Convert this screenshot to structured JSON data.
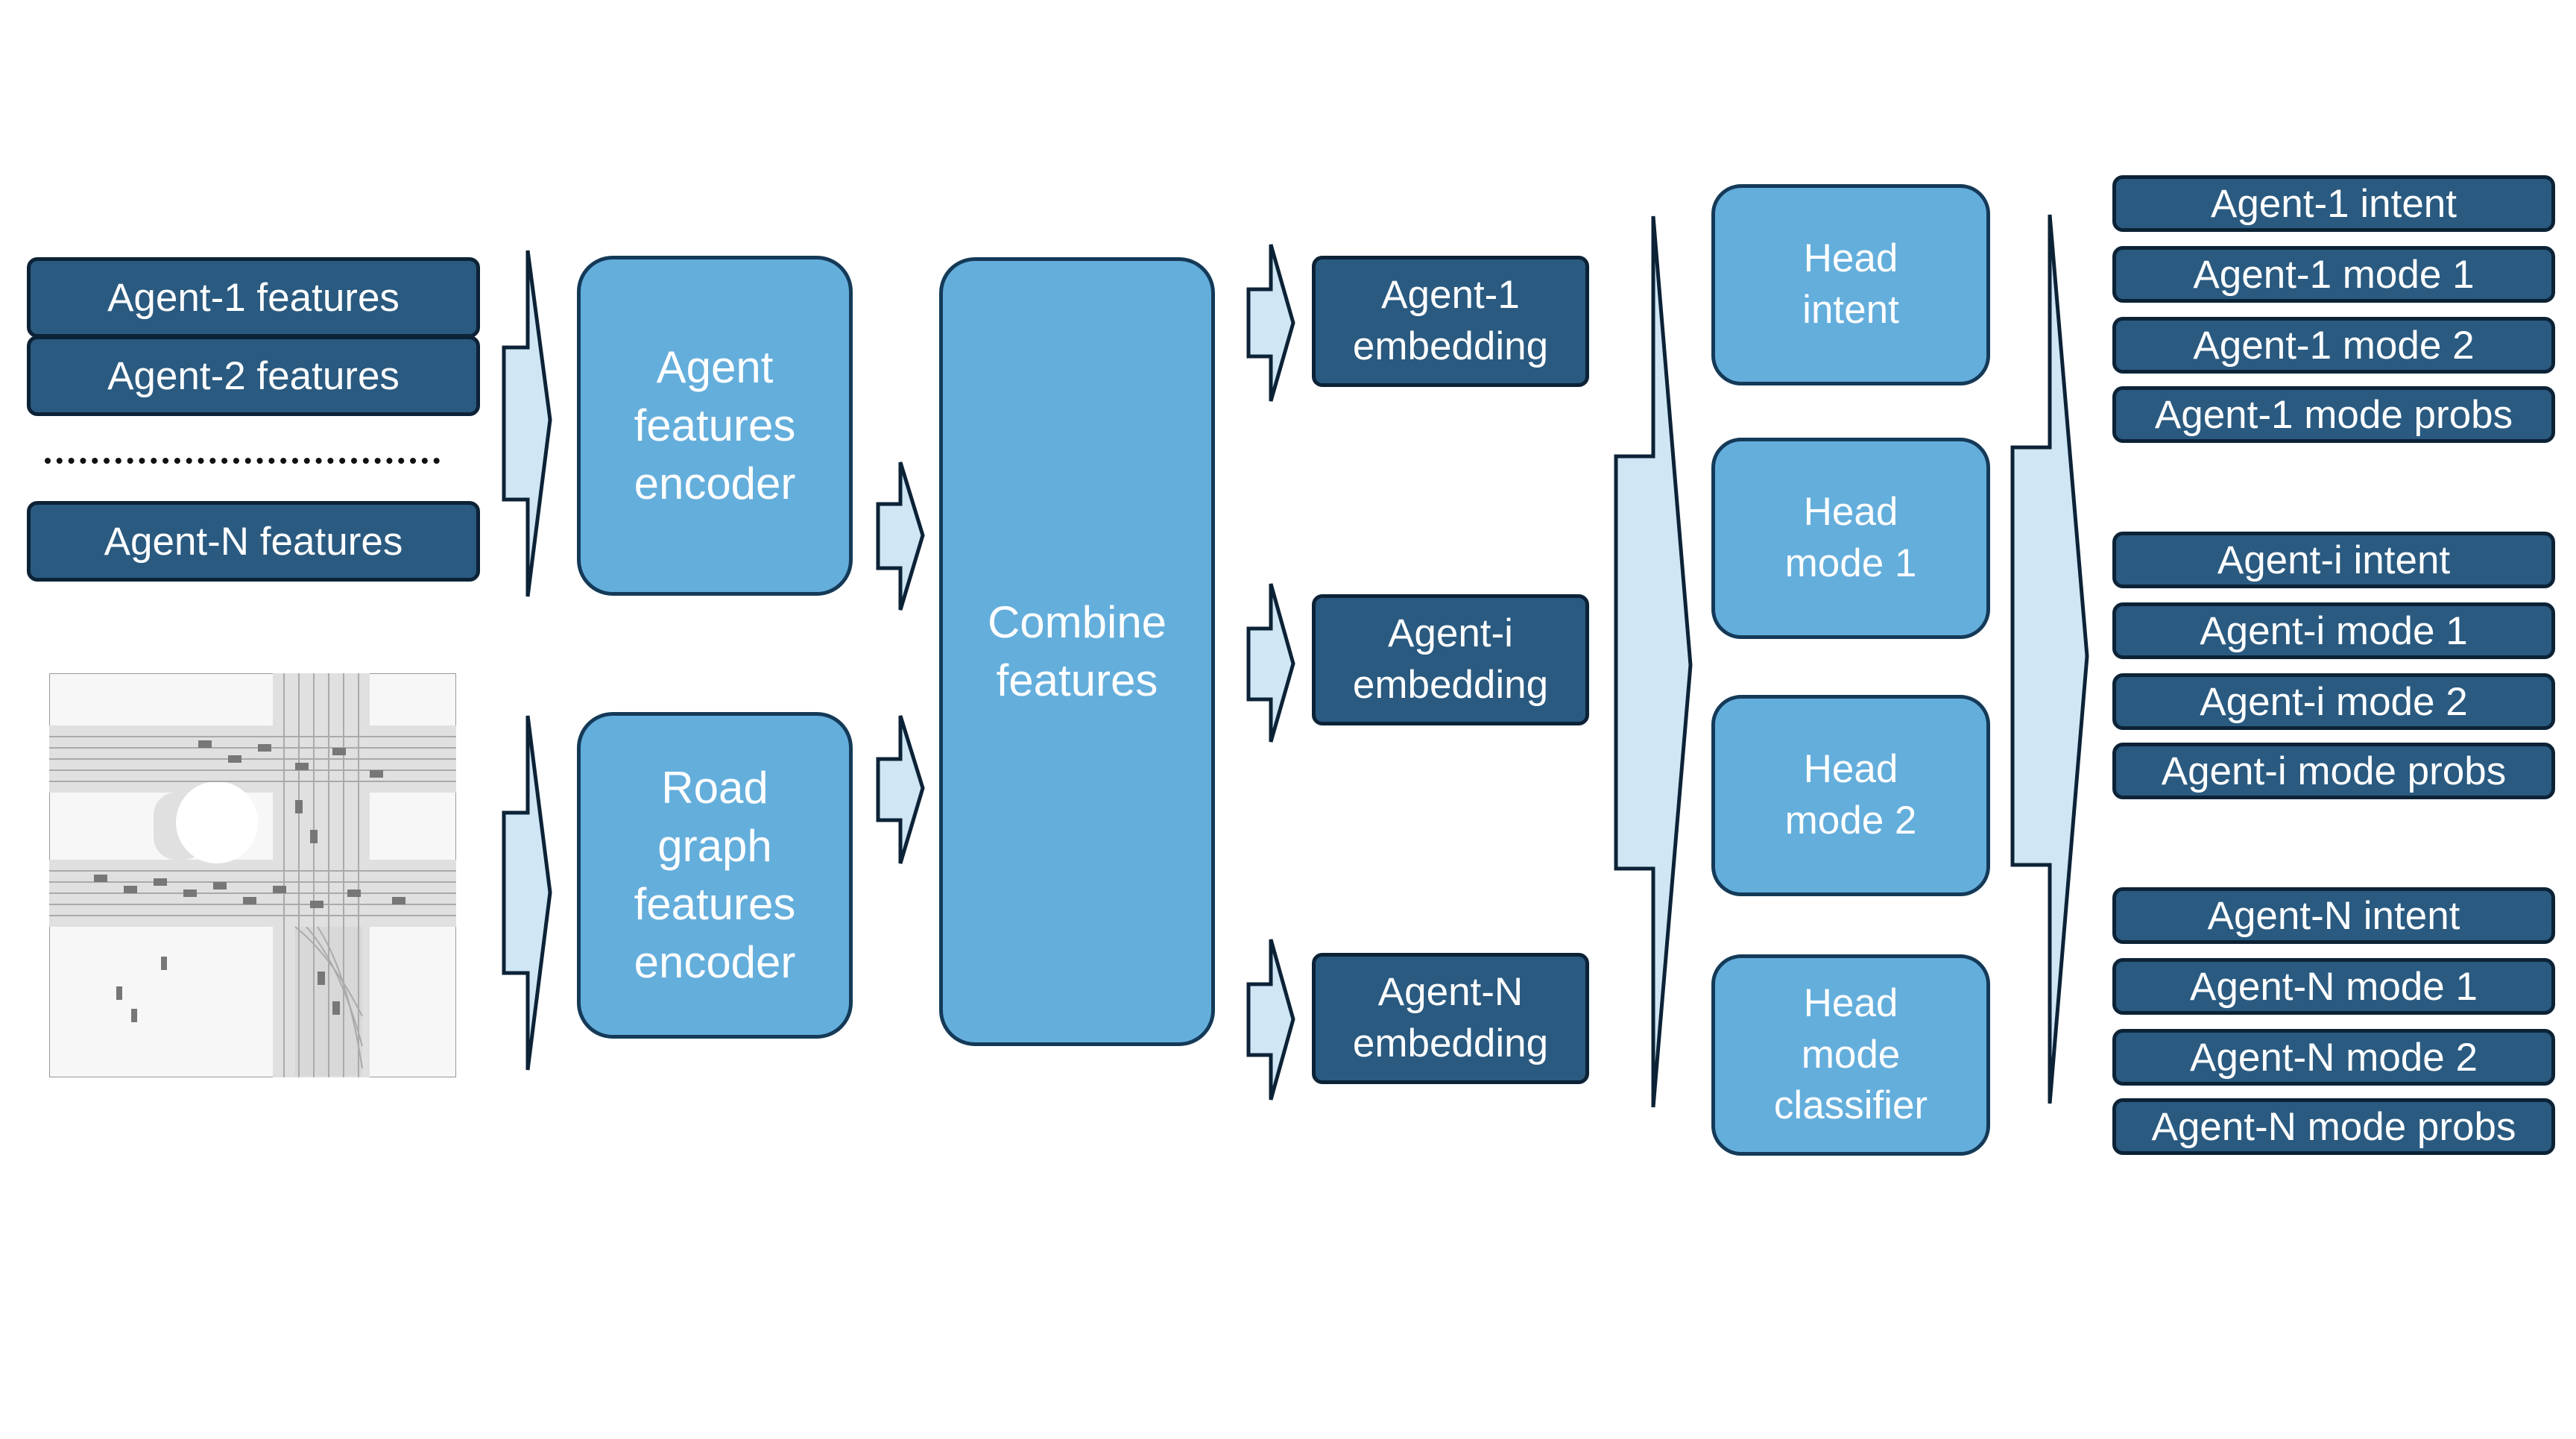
{
  "colors": {
    "dark_box": "#2a5a80",
    "light_box": "#64aedc",
    "arrow_fill": "#cfe6f5",
    "border": "#0c2236"
  },
  "inputs": {
    "agent1": "Agent-1 features",
    "agent2": "Agent-2 features",
    "agentN": "Agent-N features"
  },
  "encoders": {
    "agent": "Agent\nfeatures\nencoder",
    "road": "Road\ngraph\nfeatures\nencoder"
  },
  "combine": "Combine\nfeatures",
  "embeddings": {
    "e1": "Agent-1\nembedding",
    "ei": "Agent-i\nembedding",
    "eN": "Agent-N\nembedding"
  },
  "heads": {
    "intent": "Head\nintent",
    "mode1": "Head\nmode 1",
    "mode2": "Head\nmode 2",
    "classifier": "Head\nmode\nclassifier"
  },
  "outputs": {
    "a1": [
      "Agent-1 intent",
      "Agent-1 mode 1",
      "Agent-1 mode 2",
      "Agent-1 mode probs"
    ],
    "ai": [
      "Agent-i intent",
      "Agent-i mode 1",
      "Agent-i mode 2",
      "Agent-i mode probs"
    ],
    "aN": [
      "Agent-N intent",
      "Agent-N mode 1",
      "Agent-N mode 2",
      "Agent-N mode probs"
    ]
  },
  "map_icon": "road-map-image"
}
